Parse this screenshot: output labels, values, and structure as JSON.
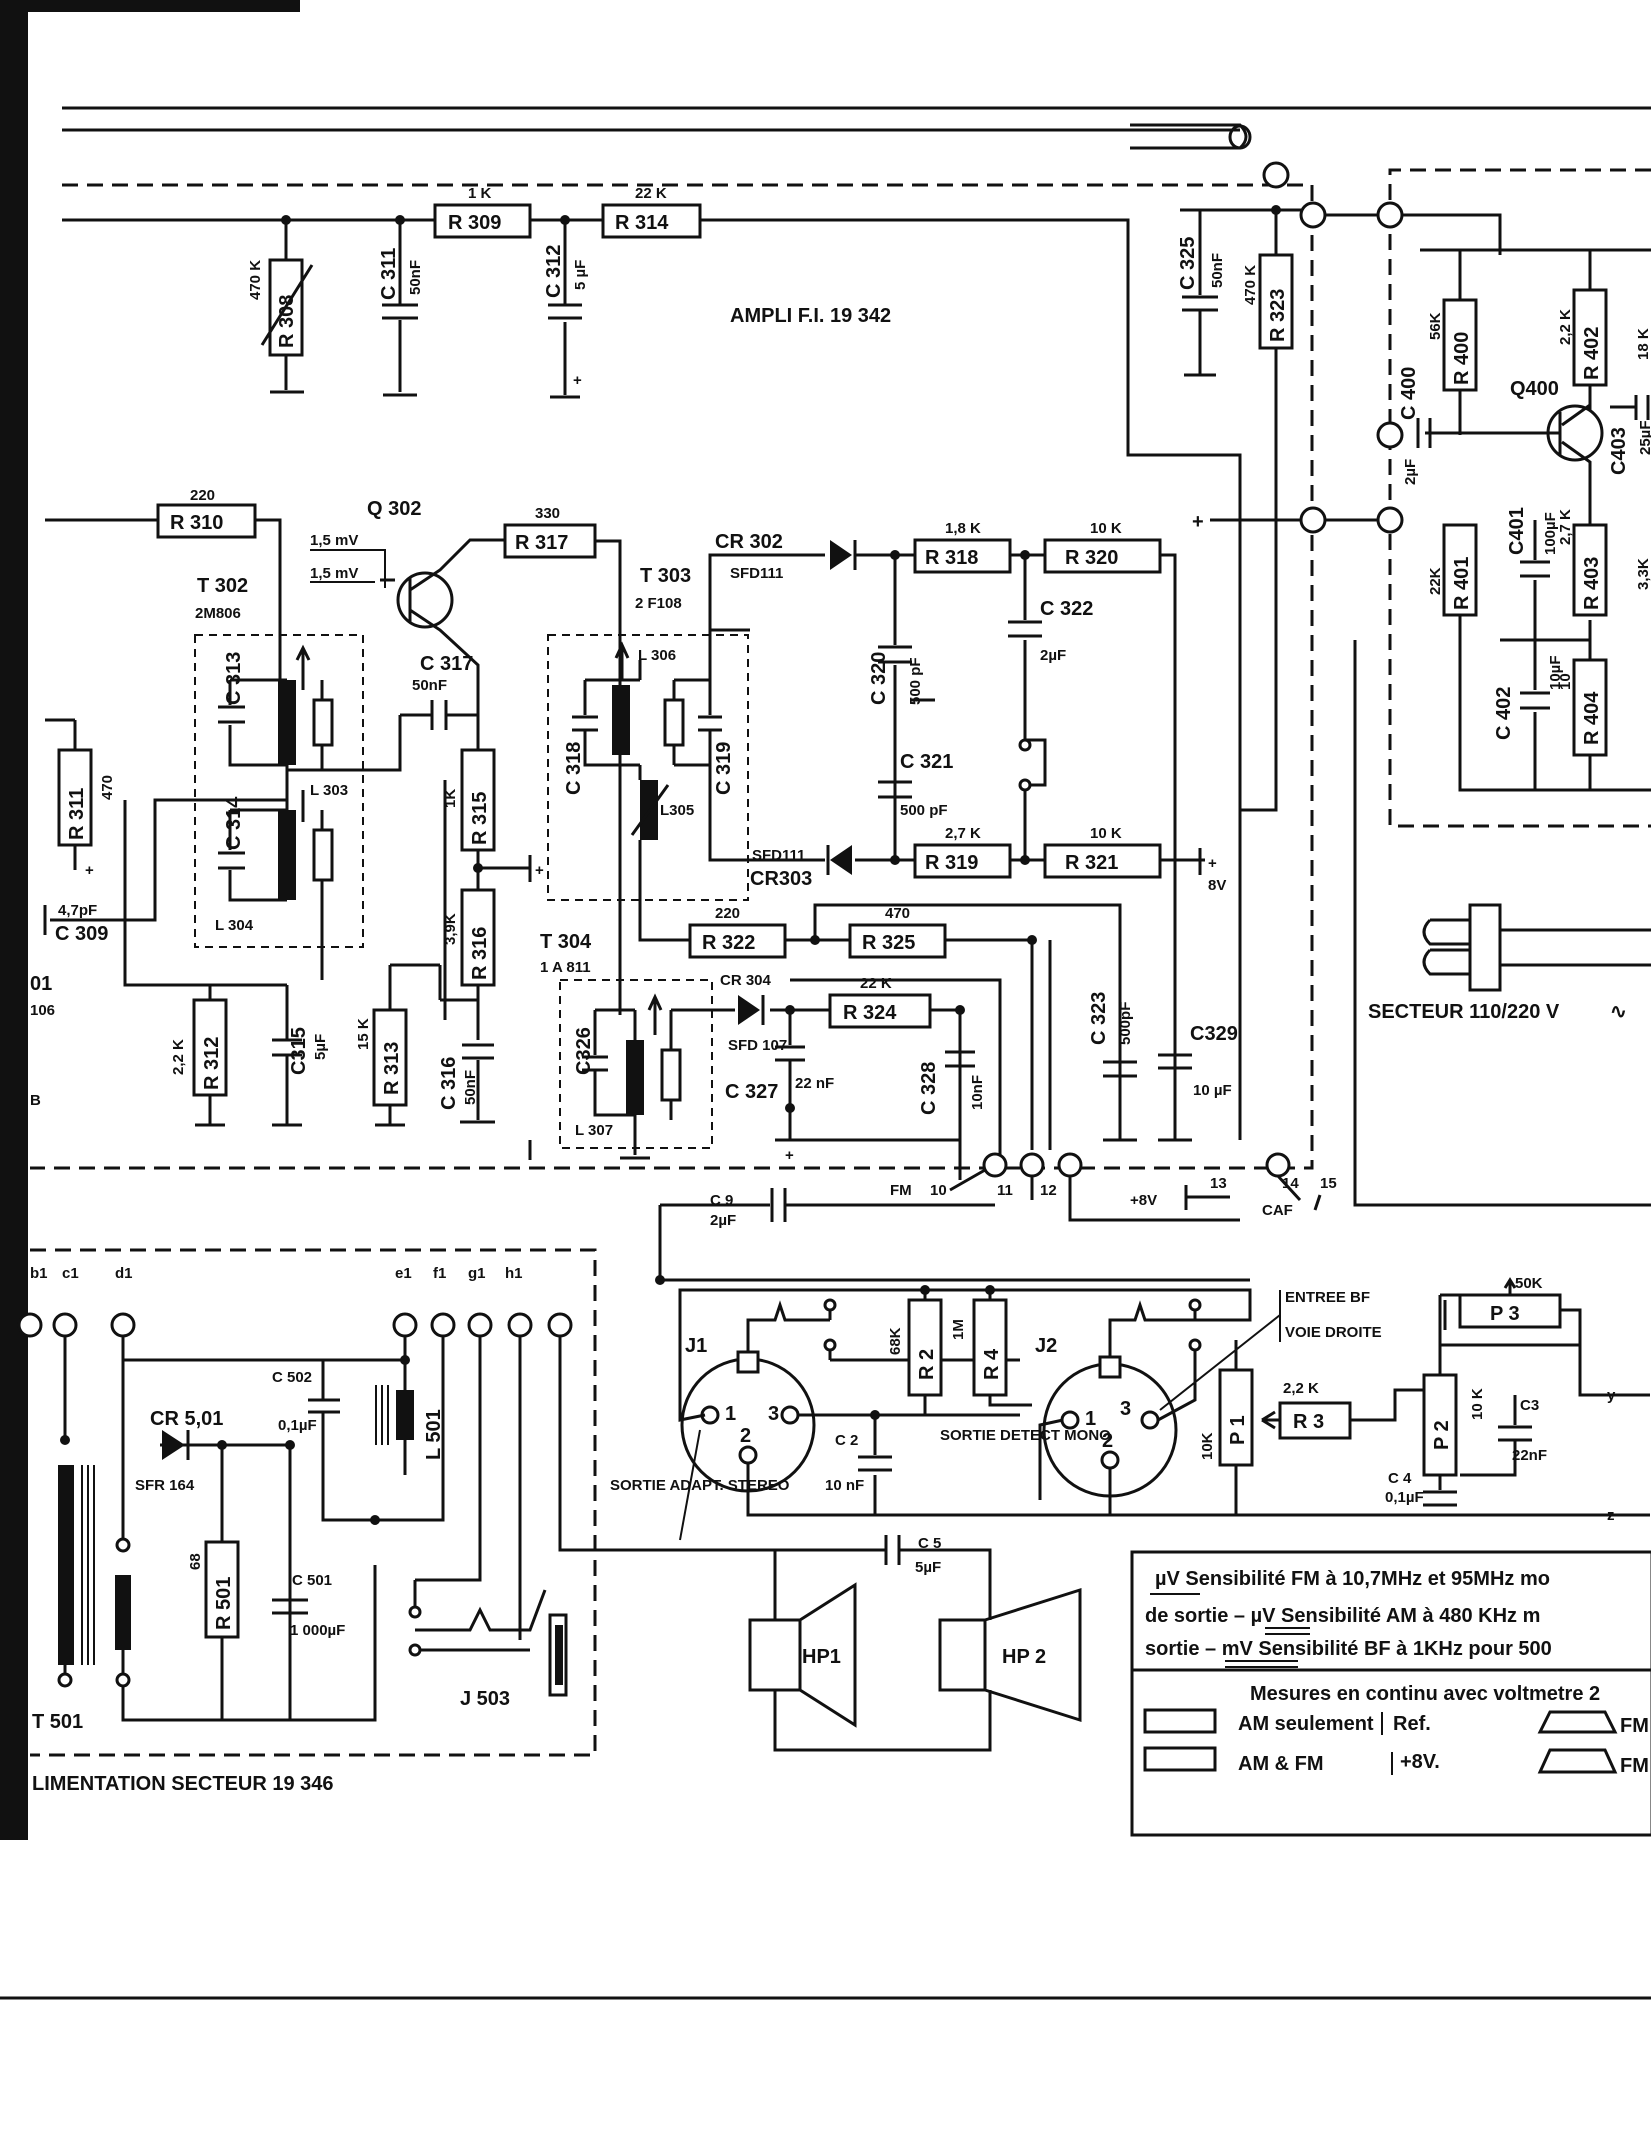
{
  "sections": {
    "ampli_fi": "AMPLI F.I.  19 342",
    "alim": "LIMENTATION  SECTEUR    19 346",
    "secteur": "SECTEUR  110/220 V"
  },
  "transistors": {
    "q302": "Q 302",
    "q400": "Q400"
  },
  "transformers": {
    "t302": "T 302",
    "t302_type": "2M806",
    "t303": "T 303",
    "t303_type": "2 F108",
    "t304": "T 304",
    "t304_type": "1 A 811",
    "t501": "T 501"
  },
  "signals": {
    "mv1": "1,5 mV",
    "mv2": "1,5 mV"
  },
  "resistors": {
    "r308": "R 308",
    "r308_v": "470 K",
    "r309": "R 309",
    "r309_v": "1 K",
    "r314": "R 314",
    "r314_v": "22 K",
    "r323": "R 323",
    "r323_v": "470 K",
    "r310": "R 310",
    "r310_v": "220",
    "r317": "R 317",
    "r317_v": "330",
    "r318": "R 318",
    "r318_v": "1,8 K",
    "r320": "R 320",
    "r320_v": "10 K",
    "r319": "R 319",
    "r319_v": "2,7 K",
    "r321": "R 321",
    "r321_v": "10 K",
    "r322": "R 322",
    "r322_v": "220",
    "r325": "R 325",
    "r325_v": "470",
    "r324": "R 324",
    "r324_v": "22 K",
    "r311": "R 311",
    "r311_v": "470",
    "r315": "R 315",
    "r315_v": "1K",
    "r316": "R 316",
    "r316_v": "3,9K",
    "r312": "R 312",
    "r312_v": "2,2 K",
    "r313": "R 313",
    "r313_v": "15 K",
    "r400": "R 400",
    "r400_v": "56K",
    "r401": "R 401",
    "r401_v": "22K",
    "r402": "R 402",
    "r402_v": "2,2 K",
    "r403": "R 403",
    "r403_v": "2,7 K",
    "r404": "R 404",
    "r404_v": "10",
    "r501": "R 501",
    "r501_v": "68",
    "r2": "R 2",
    "r2_v": "68K",
    "r4": "R 4",
    "r4_v": "1M",
    "r3": "R 3",
    "r3_v": "2,2 K",
    "r18k": "18 K",
    "r33k": "3,3K"
  },
  "capacitors": {
    "c311": "C 311",
    "c311_v": "50nF",
    "c312": "C 312",
    "c312_v": "5 µF",
    "c325": "C 325",
    "c325_v": "50nF",
    "c317": "C 317",
    "c317_v": "50nF",
    "c313": "C 313",
    "c314": "C 314",
    "c309": "C 309",
    "c309_v": "4,7pF",
    "c315": "C315",
    "c315_v": "5µF",
    "c316": "C 316",
    "c316_v": "50nF",
    "c318": "C 318",
    "c319": "C 319",
    "c320": "C 320",
    "c320_v": "500 pF",
    "c321": "C 321",
    "c321_v": "500 pF",
    "c322": "C 322",
    "c322_v": "2µF",
    "c323": "C 323",
    "c323_v": "500pF",
    "c329": "C329",
    "c329_v": "10 µF",
    "c326": "C326",
    "c327": "C 327",
    "c327_v": "22 nF",
    "c328": "C 328",
    "c328_v": "10nF",
    "c400": "C 400",
    "c400_v": "2µF",
    "c401": "C401",
    "c401_v": "100µF",
    "c402": "C 402",
    "c402_v": "10µF",
    "c403": "C403",
    "c403_v": "25µF",
    "c9": "C 9",
    "c9_v": "2µF",
    "c502": "C 502",
    "c502_v": "0,1µF",
    "c501": "C 501",
    "c501_v": "1 000µF",
    "c2": "C 2",
    "c2_v": "10 nF",
    "c3": "C3",
    "c3_v": "22nF",
    "c4": "C 4",
    "c4_v": "0,1µF",
    "c5": "C 5",
    "c5_v": "5µF"
  },
  "inductors": {
    "l303": "L 303",
    "l304": "L 304",
    "l305": "L305",
    "l306": "L 306",
    "l307": "L 307",
    "l501": "L 501"
  },
  "diodes": {
    "cr302": "CR 302",
    "cr302_t": "SFD111",
    "cr303": "CR303",
    "cr303_t": "SFD111",
    "cr304": "CR 304",
    "cr304_t": "SFD 107",
    "cr501": "CR 5,01",
    "cr501_t": "SFR 164"
  },
  "misc": {
    "plus8v": "+8V",
    "v8": "8V",
    "fm": "FM",
    "caf": "CAF",
    "n10": "10",
    "n11": "11",
    "n12": "12",
    "n13": "13",
    "n14": "14",
    "n15": "15",
    "j1": "J1",
    "j2": "J2",
    "j503": "J 503",
    "hp1": "HP1",
    "hp2": "HP 2",
    "p1": "P 1",
    "p1_v": "10K",
    "p2": "P 2",
    "p2_v": "10 K",
    "p3": "P 3",
    "p3_v": "50K",
    "sortie_adapt": "SORTIE ADAPT. STEREO",
    "sortie_detect": "SORTIE DETECT MONO",
    "entree_bf": "ENTREE BF",
    "voie_droite": "VOIE DROITE",
    "term_a": "b1",
    "term_c": "c1",
    "term_d": "d1",
    "term_e": "e1",
    "term_f": "f1",
    "term_g": "g1",
    "term_h": "h1",
    "y": "y",
    "z": "z",
    "pin1": "1",
    "pin2": "2",
    "pin3": "3",
    "pin01": "01",
    "pin06": "106",
    "pin_b": "B"
  },
  "legend": {
    "line1": "µV  Sensibilité FM à 10,7MHz et 95MHz mo",
    "line2": "de sortie –      µV  Sensibilité AM à 480 KHz m",
    "line3": "sortie –       mV  Sensibilité BF à 1KHz pour 500",
    "measures": "Mesures en continu avec voltmetre 2",
    "am_only": "AM seulement",
    "ref": "Ref.",
    "am_fm": "AM & FM",
    "plus8": "+8V.",
    "fm1": "FM",
    "fm2": "FM"
  }
}
